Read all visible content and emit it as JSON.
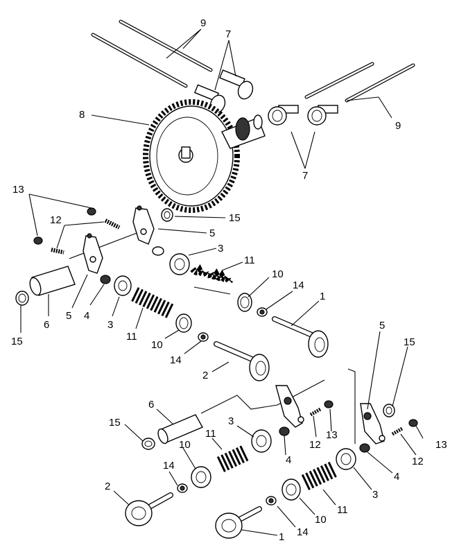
{
  "callouts": [
    {
      "id": "c9a",
      "text": "9"
    },
    {
      "id": "c7a",
      "text": "7"
    },
    {
      "id": "c8",
      "text": "8"
    },
    {
      "id": "c9b",
      "text": "9"
    },
    {
      "id": "c7b",
      "text": "7"
    },
    {
      "id": "c13a",
      "text": "13"
    },
    {
      "id": "c12a",
      "text": "12"
    },
    {
      "id": "c15a",
      "text": "15"
    },
    {
      "id": "c5a",
      "text": "5"
    },
    {
      "id": "c3a",
      "text": "3"
    },
    {
      "id": "c11a",
      "text": "11"
    },
    {
      "id": "c10a",
      "text": "10"
    },
    {
      "id": "c14a",
      "text": "14"
    },
    {
      "id": "c1a",
      "text": "1"
    },
    {
      "id": "c15b",
      "text": "15"
    },
    {
      "id": "c6a",
      "text": "6"
    },
    {
      "id": "c5b",
      "text": "5"
    },
    {
      "id": "c4a",
      "text": "4"
    },
    {
      "id": "c3b",
      "text": "3"
    },
    {
      "id": "c11b",
      "text": "11"
    },
    {
      "id": "c10b",
      "text": "10"
    },
    {
      "id": "c14b",
      "text": "14"
    },
    {
      "id": "c2a",
      "text": "2"
    },
    {
      "id": "c6b",
      "text": "6"
    },
    {
      "id": "c15c",
      "text": "15"
    },
    {
      "id": "c3c",
      "text": "3"
    },
    {
      "id": "c11c",
      "text": "11"
    },
    {
      "id": "c10c",
      "text": "10"
    },
    {
      "id": "c14c",
      "text": "14"
    },
    {
      "id": "c2b",
      "text": "2"
    },
    {
      "id": "c4b",
      "text": "4"
    },
    {
      "id": "c12b",
      "text": "12"
    },
    {
      "id": "c13b",
      "text": "13"
    },
    {
      "id": "c5c",
      "text": "5"
    },
    {
      "id": "c15d",
      "text": "15"
    },
    {
      "id": "c12c",
      "text": "12"
    },
    {
      "id": "c13c",
      "text": "13"
    },
    {
      "id": "c4c",
      "text": "4"
    },
    {
      "id": "c3d",
      "text": "3"
    },
    {
      "id": "c11d",
      "text": "11"
    },
    {
      "id": "c10d",
      "text": "10"
    },
    {
      "id": "c14d",
      "text": "14"
    },
    {
      "id": "c1b",
      "text": "1"
    }
  ]
}
